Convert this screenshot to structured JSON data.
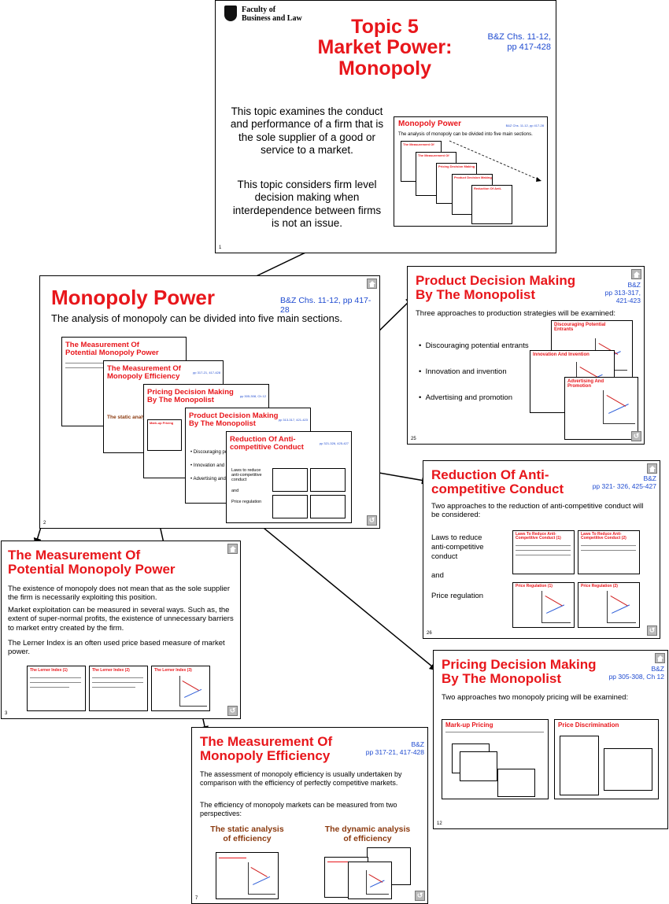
{
  "s1": {
    "faculty": "Faculty of Business and Law",
    "title": [
      "Topic 5",
      "Market Power:",
      "Monopoly"
    ],
    "ref": [
      "B&Z Chs. 11-12,",
      "pp 417-428"
    ],
    "para1": "This topic examines the conduct and performance of a firm that is the sole supplier of a good or service to a market.",
    "para2": "This topic considers firm level decision making when interdependence between firms is not an issue.",
    "num": "1",
    "thumb_title": "Monopoly Power",
    "thumb_ref": "B&Z Chs. 11-12, pp 417-28",
    "thumb_sub": "The analysis of monopoly can be divided into five main sections."
  },
  "s2": {
    "title": "Monopoly Power",
    "ref": "B&Z Chs. 11-12, pp 417-28",
    "subtitle": "The analysis of monopoly can be divided into five main sections.",
    "num": "2",
    "mini": [
      {
        "title": [
          "The Measurement Of",
          "Potential Monopoly Power"
        ]
      },
      {
        "title": [
          "The Measurement Of",
          "Monopoly Efficiency"
        ],
        "ref": "pp 317-21, 417-428"
      },
      {
        "title": [
          "Pricing Decision Making",
          "By The Monopolist"
        ],
        "ref": "pp 305-308, Ch 12"
      },
      {
        "title": [
          "Product Decision Making",
          "By The Monopolist"
        ],
        "ref": "pp 313-317, 421-423"
      },
      {
        "title": [
          "Reduction Of Anti-",
          "competitive Conduct"
        ],
        "ref": "pp 321-326, 425-427"
      }
    ],
    "mini_bullets": [
      "Discouraging potential entrants",
      "Innovation and invention",
      "Advertising and promotion"
    ],
    "mini_text": [
      "Laws to reduce anti-competitive conduct",
      "and",
      "Price regulation"
    ],
    "mini_static": "The static analysis of efficiency",
    "mini_markup": "Mark-up Pricing"
  },
  "s3": {
    "title": [
      "The Measurement Of",
      "Potential Monopoly Power"
    ],
    "p1": "The existence of monopoly does not mean that as the sole supplier the firm is necessarily exploiting this position.",
    "p2": "Market exploitation can be measured in several ways. Such as, the extent of super-normal profits, the existence of unnecessary barriers to market entry created by the firm.",
    "p3": "The Lerner Index is an often used price based measure of market power.",
    "num": "3",
    "thumbs": [
      "The Lerner Index (1)",
      "The Lerner Index (2)",
      "The Lerner Index (3)"
    ]
  },
  "s25": {
    "title": [
      "Product Decision Making",
      "By The Monopolist"
    ],
    "ref": [
      "B&Z",
      "pp 313-317,",
      "421-423"
    ],
    "subtitle": "Three approaches to production strategies will be examined:",
    "bullets": [
      "Discouraging potential entrants",
      "Innovation and invention",
      "Advertising and promotion"
    ],
    "num": "25",
    "thumbs": [
      [
        "Discouraging Potential",
        "Entrants"
      ],
      [
        "Innovation And Invention"
      ],
      [
        "Advertising And",
        "Promotion"
      ]
    ]
  },
  "s26": {
    "title": [
      "Reduction Of Anti-",
      "competitive Conduct"
    ],
    "ref": [
      "B&Z",
      "pp 321- 326, 425-427"
    ],
    "subtitle": "Two approaches to the reduction of anti-competitive conduct will be considered:",
    "left": [
      "Laws to reduce",
      "anti-competitive",
      "conduct"
    ],
    "and": "and",
    "price_reg": "Price regulation",
    "num": "26",
    "thumbs": [
      [
        "Laws To Reduce Anti-",
        "Competitive Conduct (1)"
      ],
      [
        "Laws To Reduce Anti-",
        "Competitive Conduct (2)"
      ],
      [
        "Price Regulation (1)"
      ],
      [
        "Price Regulation (2)"
      ]
    ]
  },
  "s12": {
    "title": [
      "Pricing Decision Making",
      "By The Monopolist"
    ],
    "ref": [
      "B&Z",
      "pp 305-308, Ch 12"
    ],
    "subtitle": "Two approaches two monopoly pricing will be examined:",
    "num": "12",
    "thumbs": [
      "Mark-up Pricing",
      "Price Discrimination"
    ]
  },
  "s7": {
    "title": [
      "The Measurement Of",
      "Monopoly Efficiency"
    ],
    "ref": [
      "B&Z",
      "pp 317-21, 417-428"
    ],
    "p1": "The assessment of monopoly efficiency is usually undertaken by comparison with the efficiency of perfectly competitive markets.",
    "p2": "The efficiency of monopoly markets can be measured from two perspectives:",
    "static": [
      "The static analysis",
      "of efficiency"
    ],
    "dynamic": [
      "The dynamic analysis",
      "of efficiency"
    ],
    "num": "7"
  },
  "colors": {
    "title_red": "#e8161b",
    "ref_blue": "#1f4bd0",
    "subhead_brown": "#8b3a0f"
  }
}
